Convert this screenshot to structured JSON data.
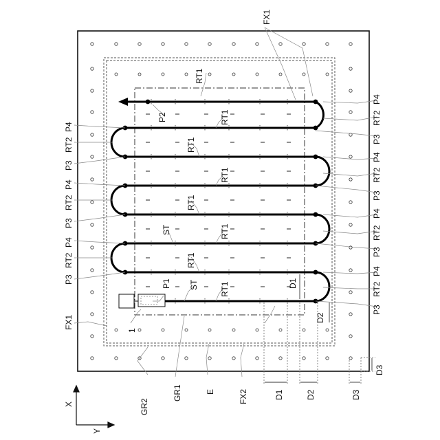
{
  "figure": {
    "labels": {
      "fx1": "FX1",
      "fx2": "FX2",
      "gr1": "GR1",
      "gr2": "GR2",
      "e": "E",
      "st": "ST",
      "rt1": "RT1",
      "rt2": "RT2",
      "p1": "P1",
      "p2": "P2",
      "p3": "P3",
      "p4": "P4",
      "d1": "D1",
      "d2": "D2",
      "d3": "D3",
      "unit": "1"
    },
    "axes": {
      "x": "X",
      "y": "Y"
    }
  },
  "colors": {
    "ink": "#111111",
    "leader": "#888888",
    "route": "#000000"
  }
}
